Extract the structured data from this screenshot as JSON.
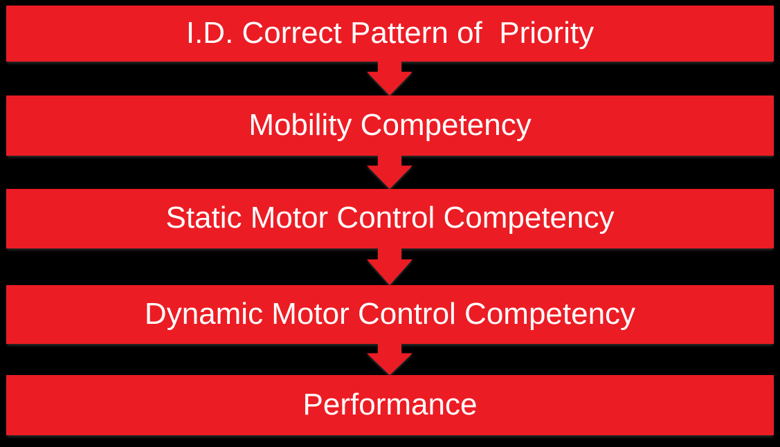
{
  "diagram": {
    "type": "flow",
    "direction": "top-down",
    "steps": [
      {
        "label": "I.D. Correct Pattern of  Priority"
      },
      {
        "label": "Mobility Competency"
      },
      {
        "label": "Static Motor Control Competency"
      },
      {
        "label": "Dynamic Motor Control Competency"
      },
      {
        "label": "Performance"
      }
    ],
    "connector_icon": "down-arrow-icon"
  },
  "colors": {
    "accent": "#EC1C24",
    "background": "#000000",
    "text": "#FFFFFF"
  }
}
